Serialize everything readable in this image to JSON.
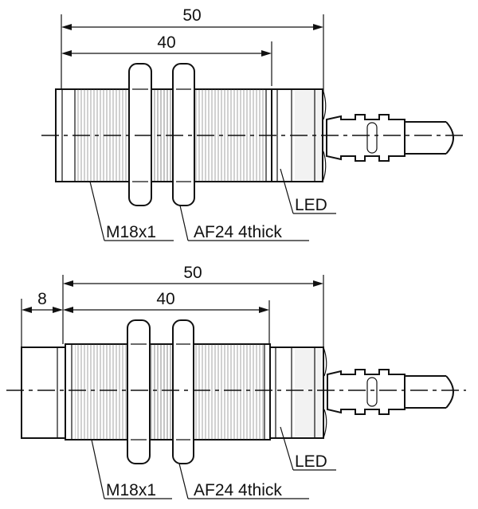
{
  "views": [
    {
      "dim_total": "50",
      "dim_body": "40",
      "label_led": "LED",
      "label_thread": "M18x1",
      "label_nut": "AF24 4thick"
    },
    {
      "dim_total": "50",
      "dim_body": "40",
      "dim_offset": "8",
      "label_led": "LED",
      "label_thread": "M18x1",
      "label_nut": "AF24 4thick"
    }
  ]
}
